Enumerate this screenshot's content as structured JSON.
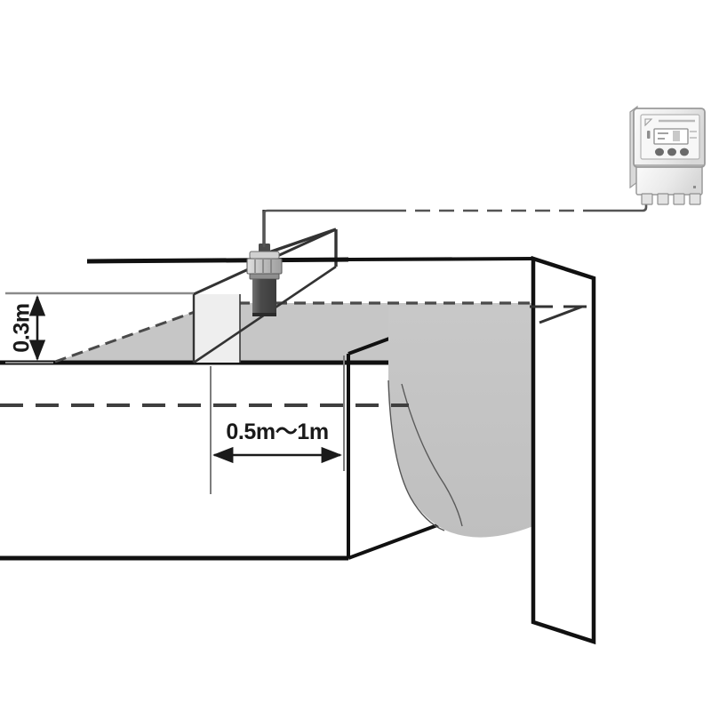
{
  "diagram": {
    "title": "Ultrasonic Flow Meter Weir Installation",
    "subject": "open-channel-weir-flow-measurement"
  },
  "dimensions": {
    "vertical": {
      "label": "0.3m",
      "meaning": "sensor-blanking-height-above-water-surface",
      "orientation": "vertical",
      "value_text": "0.3m"
    },
    "horizontal": {
      "label": "0.5m～1m",
      "meaning": "sensor-distance-upstream-of-weir-crest",
      "orientation": "horizontal",
      "value_text": "0.5m～1m"
    }
  },
  "components": {
    "sensor": {
      "name": "ultrasonic-level-sensor",
      "body_color": "#4a4a4a",
      "collar_color": "#c9c9c9",
      "cable_color": "#3a3a3a"
    },
    "controller": {
      "name": "flow-meter-controller",
      "case_color": "#e8e8e8",
      "panel_color": "#f5f5f5",
      "button_color": "#6b6b6b",
      "gland_count": 4,
      "button_count": 3
    },
    "cable": {
      "name": "signal-cable",
      "style": "solid-with-dashed-midsection",
      "color": "#555555"
    },
    "channel": {
      "name": "open-channel",
      "outline_color": "#111111"
    },
    "water": {
      "name": "water-body",
      "fill_color": "#c6c6c6",
      "surface_line_style": "dashed",
      "nappe_fill": "#c2c2c2"
    },
    "weir_wall": {
      "name": "weir-wall",
      "face_color": "#eeeeee"
    }
  },
  "colors": {
    "outline": "#111111",
    "thin_line": "#555555",
    "water": "#c6c6c6",
    "weir_face": "#eeeeee",
    "text": "#1a1a1a"
  }
}
